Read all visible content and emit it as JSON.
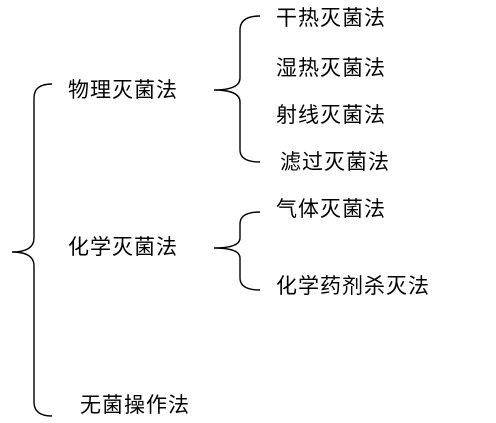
{
  "tree": {
    "branches": [
      {
        "label": "物理灭菌法",
        "children": [
          "干热灭菌法",
          "湿热灭菌法",
          "射线灭菌法",
          "滤过灭菌法"
        ]
      },
      {
        "label": "化学灭菌法",
        "children": [
          "气体灭菌法",
          "化学药剂杀灭法"
        ]
      },
      {
        "label": "无菌操作法",
        "children": []
      }
    ]
  },
  "colors": {
    "line": "#000000",
    "text": "#000000",
    "background": "#ffffff"
  }
}
